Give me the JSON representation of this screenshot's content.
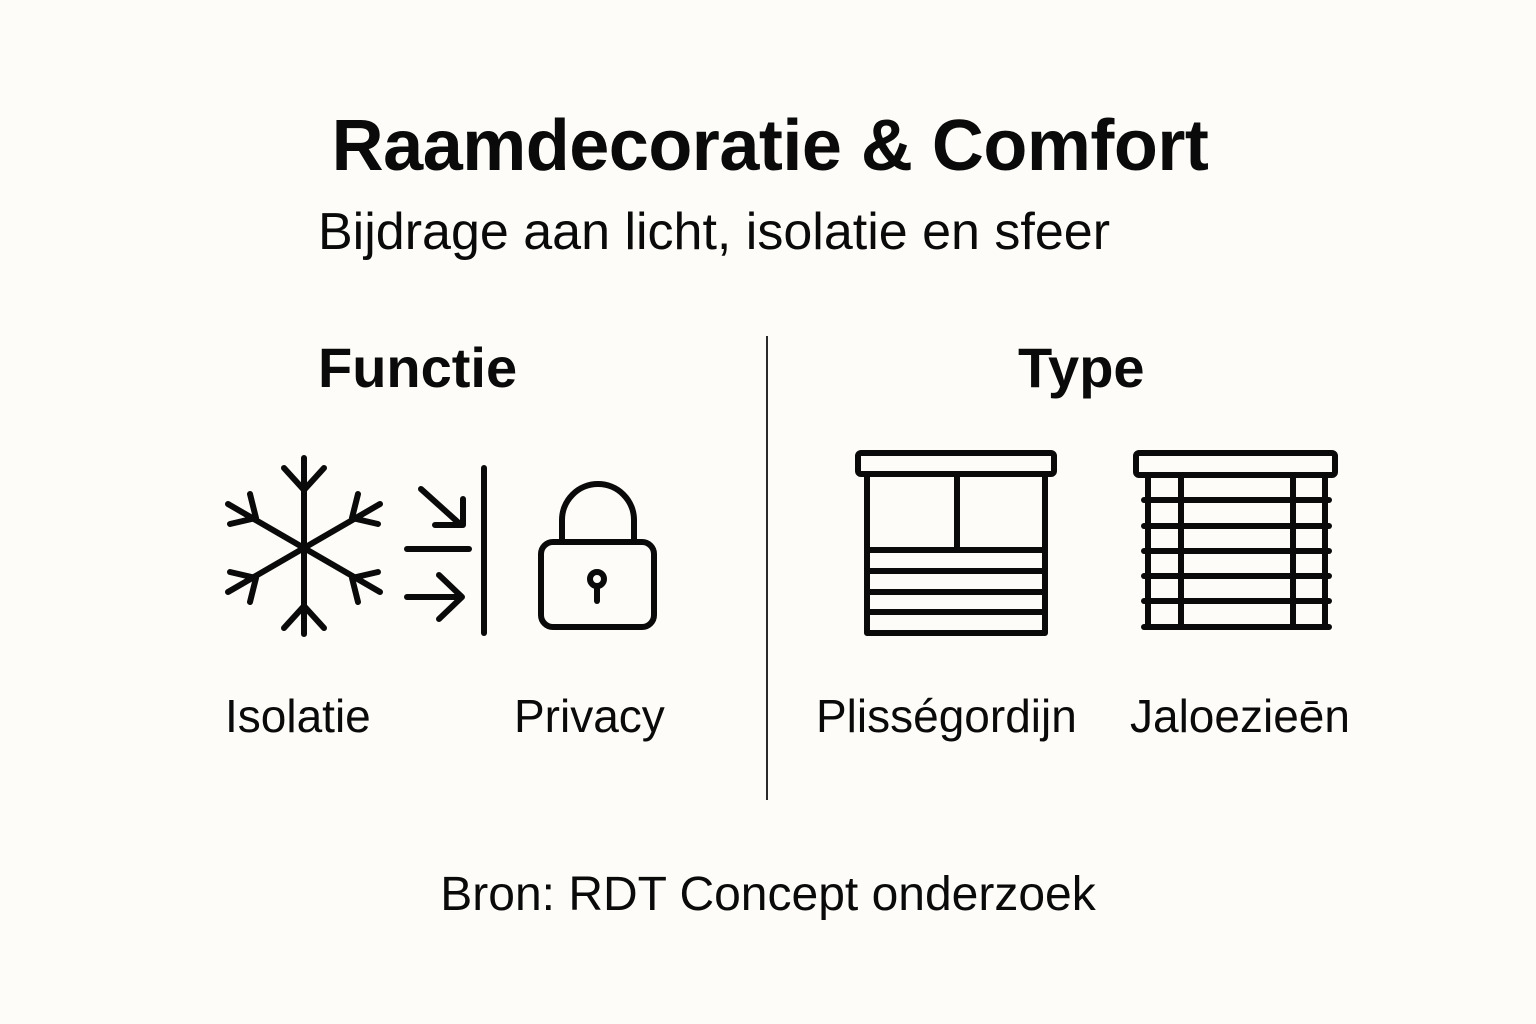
{
  "header": {
    "title": "Raamdecoratie & Comfort",
    "subtitle": "Bijdrage aan licht, isolatie en sfeer"
  },
  "sections": {
    "functie": {
      "heading": "Functie",
      "items": [
        {
          "label": "Isolatie",
          "icon": "snowflake-insulation-icon"
        },
        {
          "label": "Privacy",
          "icon": "padlock-icon"
        }
      ]
    },
    "type": {
      "heading": "Type",
      "items": [
        {
          "label": "Plisségordijn",
          "icon": "pleated-blind-icon"
        },
        {
          "label": "Jaloezieēn",
          "icon": "venetian-blind-icon"
        }
      ]
    }
  },
  "footer": {
    "source": "Bron: RDT Concept onderzoek"
  },
  "colors": {
    "background": "#FDFCF8",
    "ink": "#0a0a0a",
    "divider": "#2a2a2a"
  }
}
